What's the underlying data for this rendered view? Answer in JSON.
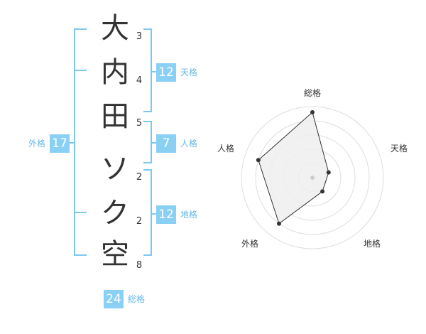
{
  "name_chars": [
    {
      "char": "大",
      "strokes": "3"
    },
    {
      "char": "内",
      "strokes": "4"
    },
    {
      "char": "田",
      "strokes": "5"
    },
    {
      "char": "ソ",
      "strokes": "2"
    },
    {
      "char": "ク",
      "strokes": "2"
    },
    {
      "char": "空",
      "strokes": "8"
    }
  ],
  "fortunes": {
    "tenkaku": {
      "value": "12",
      "label": "天格"
    },
    "jinkaku": {
      "value": "7",
      "label": "人格"
    },
    "chikaku": {
      "value": "12",
      "label": "地格"
    },
    "gaikaku": {
      "value": "17",
      "label": "外格"
    },
    "soukaku": {
      "value": "24",
      "label": "総格"
    }
  },
  "colors": {
    "accent": "#8ad0f4",
    "bracket": "#7cc8f0",
    "label": "#67b9e6",
    "text": "#333333",
    "radar_fill": "#eeeeee",
    "radar_grid": "#dddddd"
  },
  "chart_data": {
    "type": "radar",
    "axes": [
      "総格",
      "天格",
      "地格",
      "外格",
      "人格"
    ],
    "values": [
      4.6,
      1.2,
      1.2,
      4.0,
      4.0
    ],
    "range": [
      0,
      5
    ],
    "rings": 5,
    "grid": true
  }
}
